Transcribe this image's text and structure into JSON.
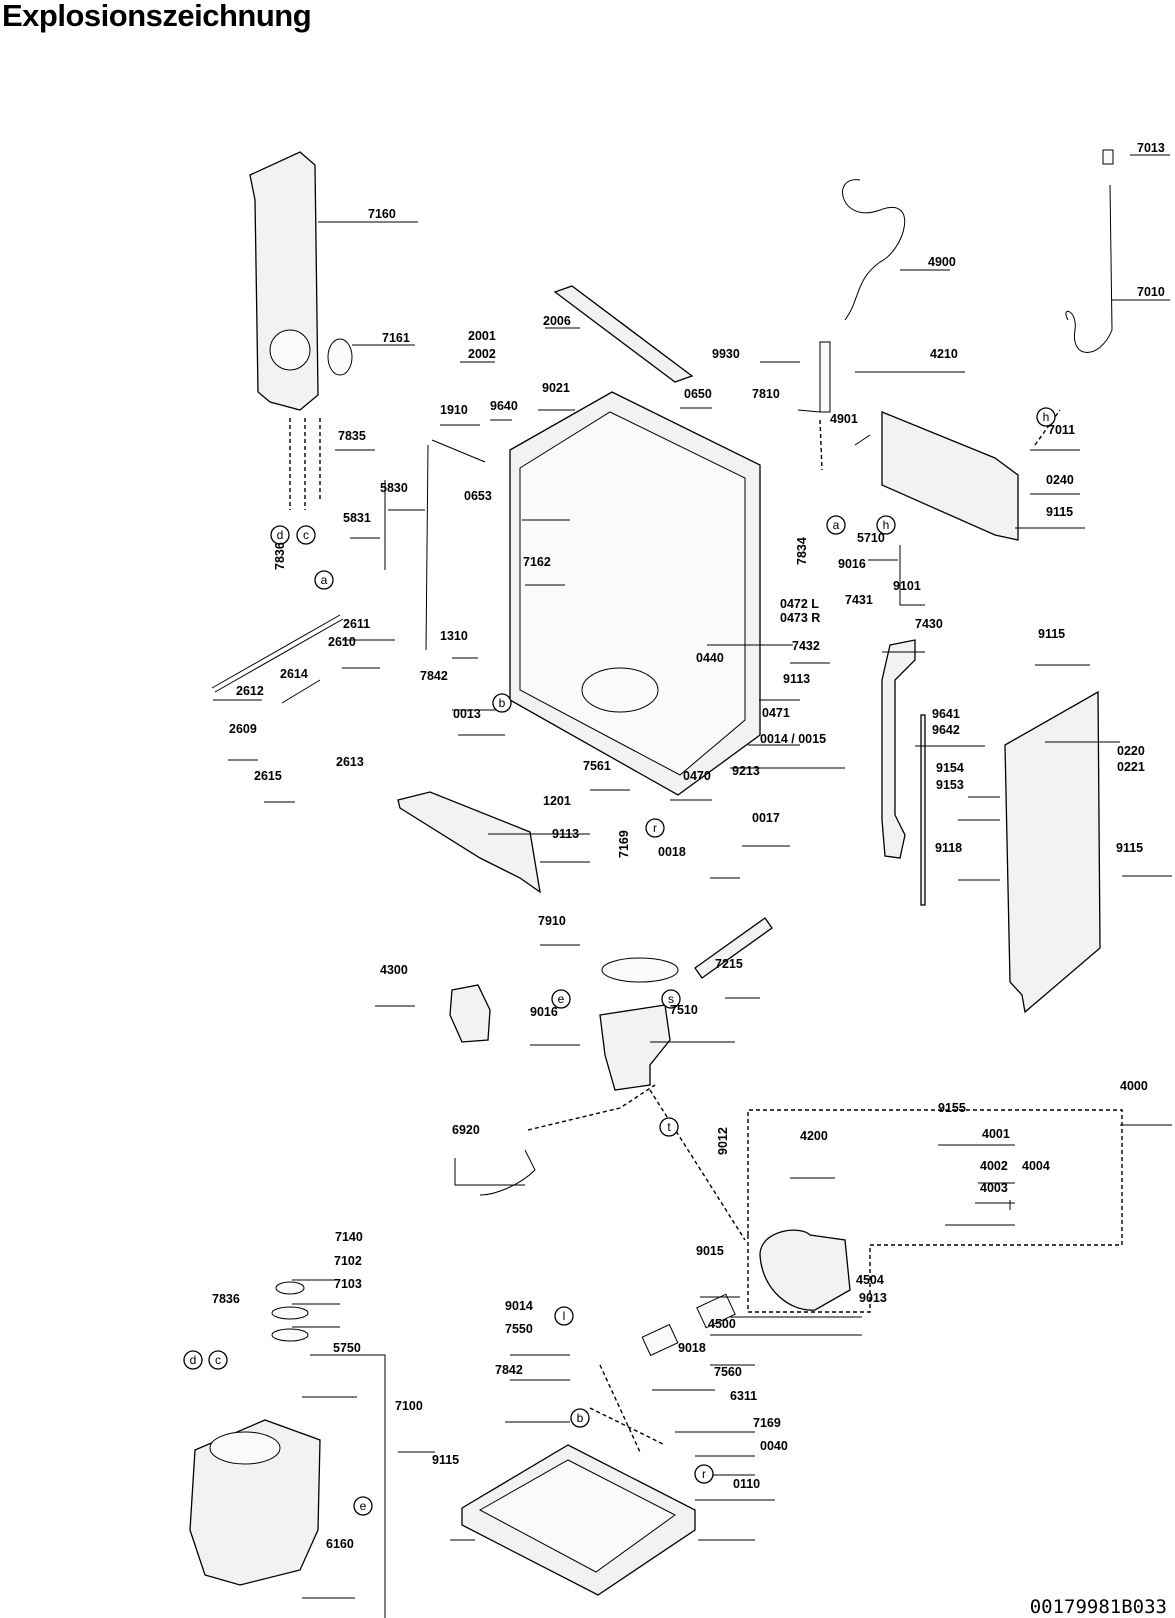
{
  "title": "Explosionszeichnung",
  "document_number": "00179981B033",
  "labels": [
    "7013",
    "7160",
    "4900",
    "7010",
    "7161",
    "2001",
    "2002",
    "2006",
    "9930",
    "4210",
    "9021",
    "7810",
    "1910",
    "9640",
    "0650",
    "4901",
    "7011",
    "7835",
    "5830",
    "0653",
    "0240",
    "9115",
    "5831",
    "7834",
    "5710",
    "9016",
    "7162",
    "7836",
    "9101",
    "2611",
    "0472 L",
    "0473 R",
    "7431",
    "7430",
    "2610",
    "1310",
    "7432",
    "0440",
    "9115",
    "2614",
    "7842",
    "2612",
    "9113",
    "0013",
    "0471",
    "9641",
    "9642",
    "2609",
    "0014 / 0015",
    "2613",
    "7561",
    "0220",
    "0221",
    "2615",
    "9213",
    "0470",
    "9154",
    "9153",
    "1201",
    "9113",
    "7169",
    "0017",
    "0018",
    "9118",
    "9115",
    "7910",
    "7215",
    "4300",
    "9016",
    "7510",
    "4000",
    "6920",
    "9155",
    "9012",
    "4200",
    "4001",
    "4002",
    "4004",
    "4003",
    "7140",
    "9015",
    "7836",
    "7102",
    "4504",
    "7103",
    "9014",
    "9013",
    "4500",
    "7550",
    "9018",
    "5750",
    "7842",
    "7560",
    "7100",
    "6311",
    "7169",
    "0040",
    "9115",
    "0110",
    "6160"
  ],
  "callouts": [
    "d",
    "c",
    "a",
    "a",
    "h",
    "h",
    "b",
    "r",
    "e",
    "s",
    "t",
    "l",
    "d",
    "c",
    "b",
    "r",
    "e"
  ]
}
